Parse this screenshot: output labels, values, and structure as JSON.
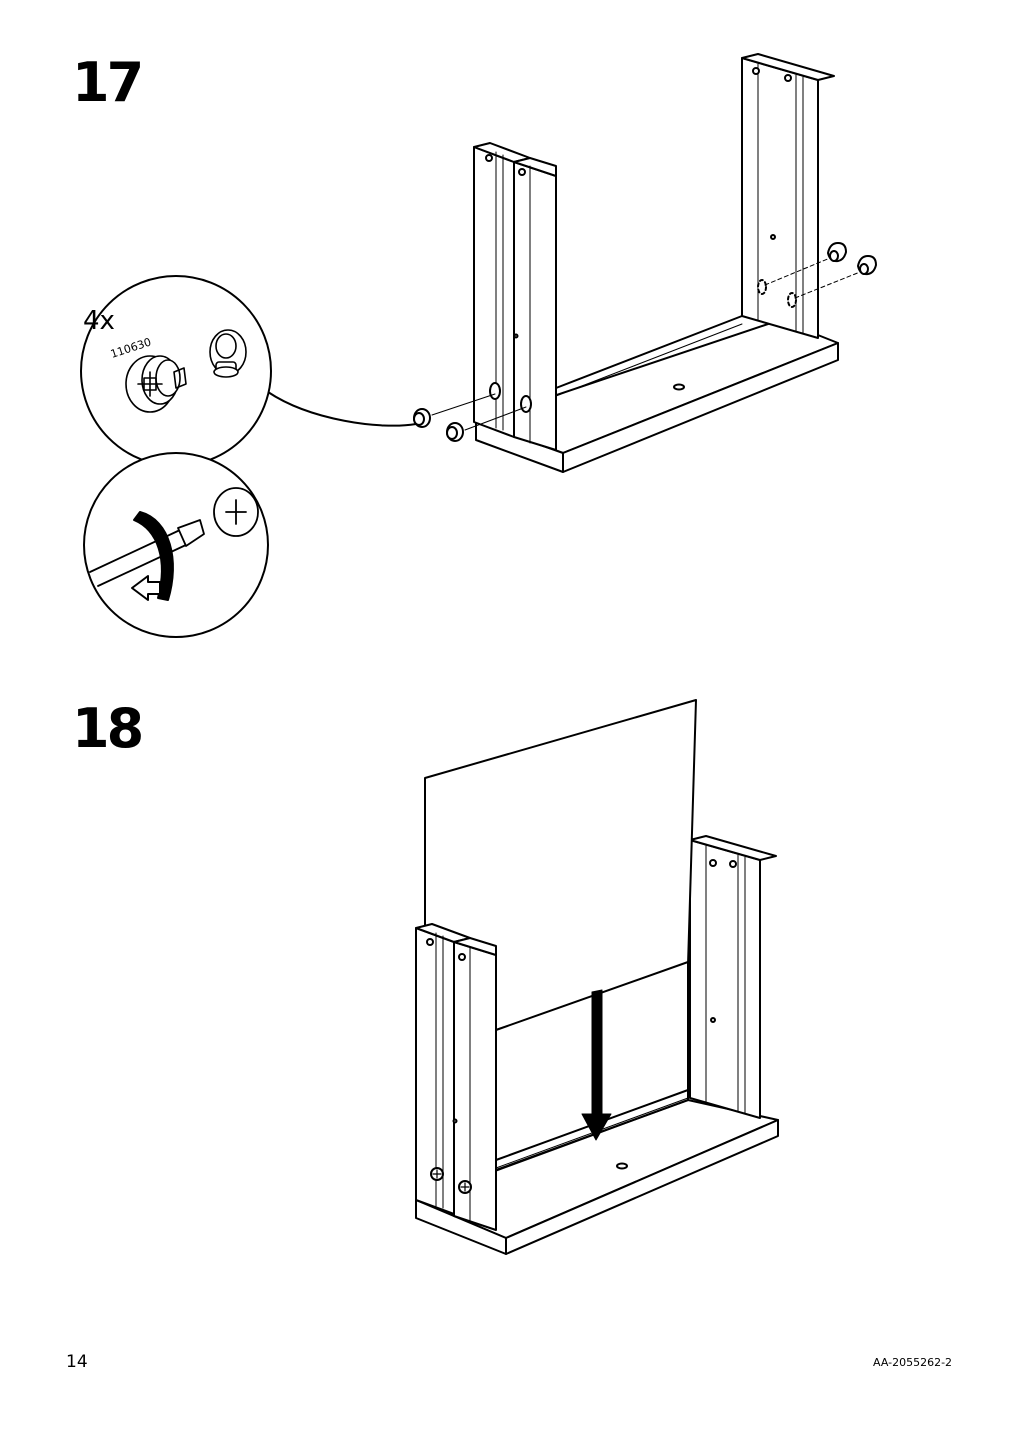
{
  "steps": [
    {
      "number": "17",
      "callout": {
        "quantity": "4x",
        "part_number": "110630"
      }
    },
    {
      "number": "18"
    }
  ],
  "footer": {
    "page_number": "14",
    "document_code": "AA-2055262-2"
  }
}
